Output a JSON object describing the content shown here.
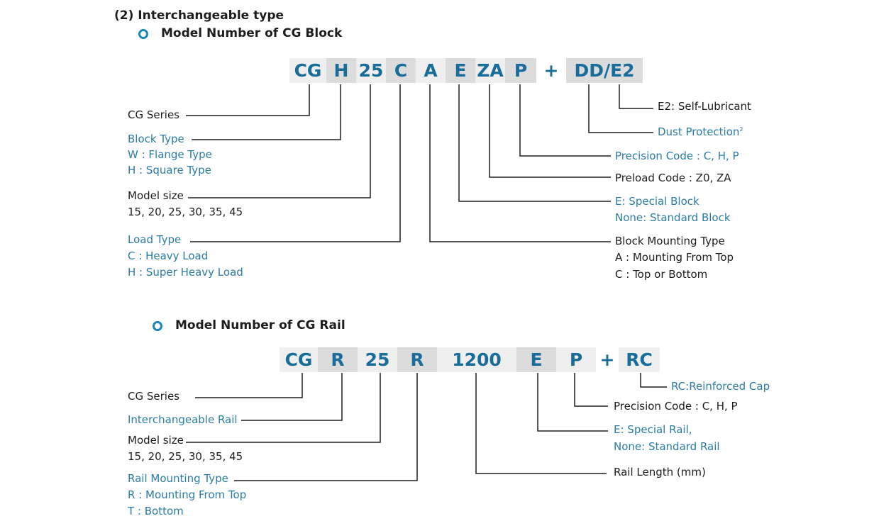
{
  "section_title": "(2) Interchangeable type",
  "block": {
    "heading": "Model Number of CG Block",
    "codes": [
      "CG",
      "H",
      "25",
      "C",
      "A",
      "E",
      "ZA",
      "P",
      "+",
      "DD/E2"
    ],
    "labels": {
      "series": "CG Series",
      "block_type": "Block  Type",
      "w_flange": "W : Flange  Type",
      "h_square": "H : Square Type",
      "model_size": "Model size",
      "sizes": "15, 20, 25, 30, 35, 45",
      "load_type": "Load Type",
      "heavy": "C : Heavy Load",
      "super_heavy": "H : Super Heavy Load",
      "self_lub": "E2: Self-Lubricant",
      "dust": "Dust Protection",
      "dust_sup": "2",
      "precision": "Precision Code : C, H, P",
      "preload": "Preload Code : Z0, ZA",
      "special": "E: Special Block",
      "standard": "None: Standard Block",
      "mounting": "Block Mounting Type",
      "mount_top": "A : Mounting From Top",
      "mount_tb": "C : Top or Bottom"
    }
  },
  "rail": {
    "heading": "Model Number of CG Rail",
    "codes": [
      "CG",
      "R",
      "25",
      "R",
      "1200",
      "E",
      "P",
      "+",
      "RC"
    ],
    "labels": {
      "series": "CG Series",
      "interchangeable": "Interchangeable Rail",
      "model_size": "Model size",
      "sizes": "15, 20, 25, 30, 35, 45",
      "mounting": "Rail Mounting Type",
      "mount_top": "R : Mounting From Top",
      "mount_bottom": "T : Bottom",
      "reinforced": "RC:Reinforced Cap",
      "precision": "Precision Code : C, H, P",
      "special": "E: Special Rail,",
      "standard": "None: Standard Rail",
      "length": "Rail Length (mm)"
    }
  },
  "colors": {
    "code_text": "#186d9a",
    "label_blue": "#2a7ca6",
    "dark": "#1d1d1d",
    "ring": "#1d86b8",
    "box_gray": "#dcdcdc",
    "box_light": "#efefef"
  },
  "icons": [
    "bullet-ring-icon"
  ]
}
